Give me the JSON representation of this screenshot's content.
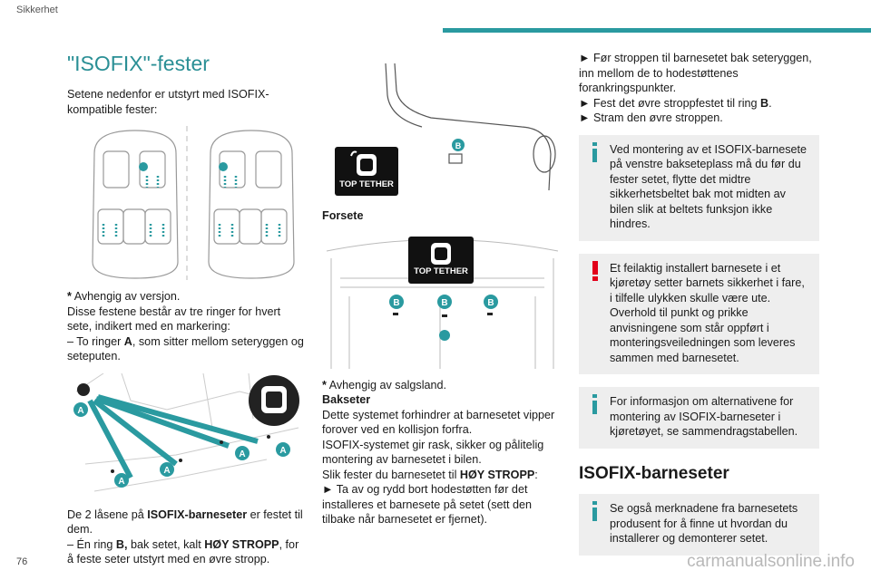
{
  "header": {
    "section": "Sikkerhet"
  },
  "col1": {
    "title": "\"ISOFIX\"-fester",
    "intro": "Setene nedenfor er utstyrt med ISOFIX-kompatible fester:",
    "footnote_star": "*",
    "footnote_text": " Avhengig av versjon.",
    "desc": "Disse festene består av tre ringer for hvert sete, indikert med en markering:",
    "ring_a_1": "– To ringer ",
    "ring_a_bold": "A",
    "ring_a_2": ", som sitter mellom seteryggen og seteputen.",
    "locks_1": "De 2 låsene på ",
    "locks_bold": "ISOFIX-barneseter",
    "locks_2": " er festet til dem.",
    "ring_b_1": "– Én ring ",
    "ring_b_bold": "B,",
    "ring_b_2": " bak setet, kalt ",
    "ring_b_bold2": "HØY STROPP",
    "ring_b_3": ", for å feste seter utstyrt med en øvre stropp."
  },
  "figure_labels": {
    "ring_a": "A",
    "ring_b": "B",
    "top_tether": "TOP TETHER"
  },
  "col2": {
    "front_label": "Forsete",
    "footnote_star": "*",
    "footnote_text": " Avhengig av salgsland.",
    "rear_label": "Bakseter",
    "rear_text1": "Dette systemet forhindrer at barnesetet vipper forover ved en kollisjon forfra.",
    "rear_text2": "ISOFIX-systemet gir rask, sikker og pålitelig montering av barnesetet i bilen.",
    "fasten_1": "Slik fester du barnesetet til ",
    "fasten_bold": "HØY STROPP",
    "fasten_2": ":",
    "step1": "► Ta av og rydd bort hodestøtten før det installeres et barnesete på setet (sett den tilbake når barnesetet er fjernet)."
  },
  "col3": {
    "step2": "► Før stroppen til barnesetet bak seteryggen, inn mellom de to hodestøttenes forankringspunkter.",
    "step3_1": "► Fest det øvre stroppfestet til ring ",
    "step3_bold": "B",
    "step3_2": ".",
    "step4": "► Stram den øvre stroppen.",
    "note1": "Ved montering av et ISOFIX-barnesete på venstre bakseteplass må du før du fester setet, flytte det midtre sikkerhetsbeltet bak mot midten av bilen slik at beltets funksjon ikke hindres.",
    "warn1": "Et feilaktig installert barnesete i et kjøretøy setter barnets sikkerhet i fare, i tilfelle ulykken skulle være ute.",
    "warn2": "Overhold til punkt og prikke anvisningene som står oppført i monteringsveiledningen som leveres sammen med barnesetet.",
    "note2": "For informasjon om alternativene for montering av ISOFIX-barneseter i kjøretøyet, se sammendragstabellen.",
    "heading": "ISOFIX-barneseter",
    "note3": "Se også merknadene fra barnesetets produsent for å finne ut hvordan du installerer og demonterer setet."
  },
  "footer": {
    "page": "76",
    "watermark": "carmanualsonline.info"
  },
  "colors": {
    "accent": "#2a9aa0",
    "warning": "#e2001a",
    "info": "#2a9aa0",
    "note_bg": "#eeeeee"
  }
}
